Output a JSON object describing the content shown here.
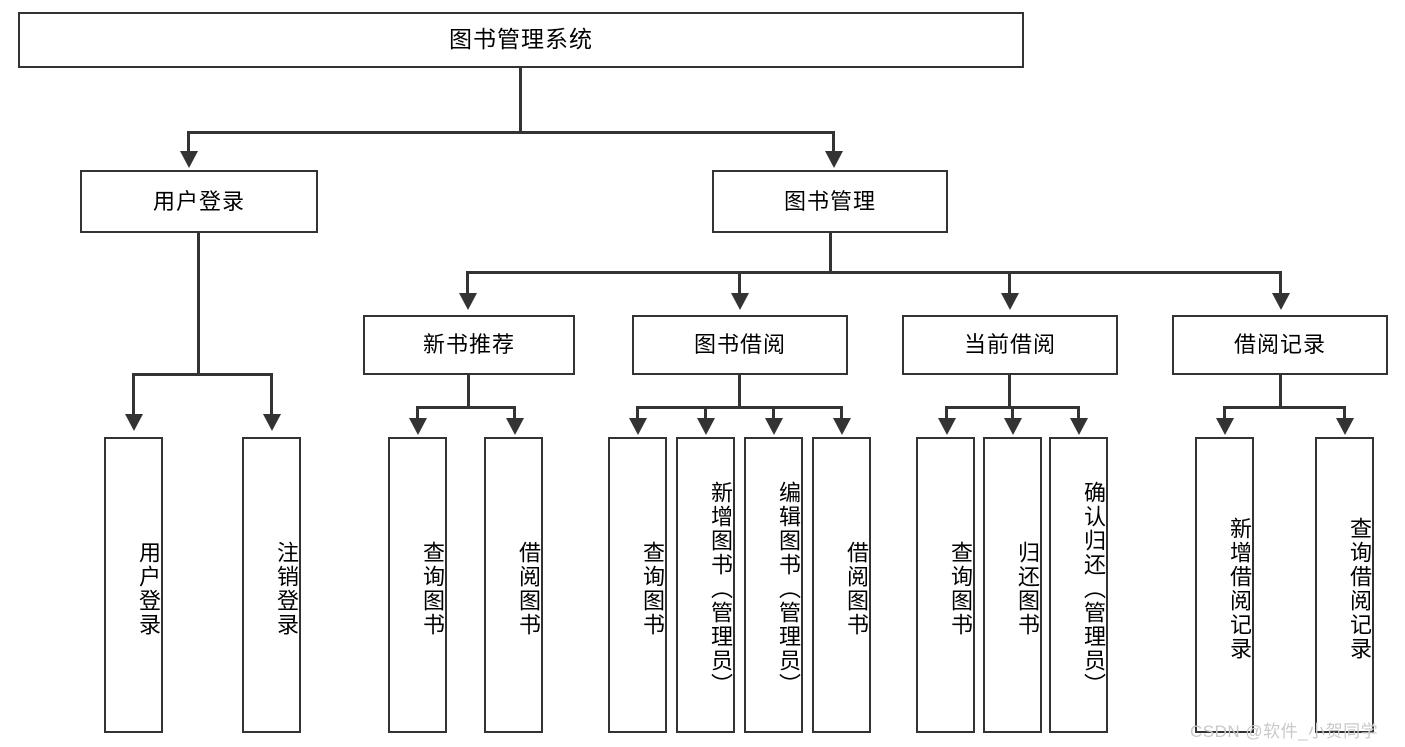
{
  "diagram": {
    "title": "图书管理系统",
    "type": "tree-hierarchy-diagram",
    "colors": {
      "box_border": "#333333",
      "box_fill": "#ffffff",
      "connector": "#333333",
      "background": "#ffffff",
      "watermark": "#c9c9c9"
    },
    "nodes": {
      "root": {
        "label": "图书管理系统"
      },
      "level2": [
        {
          "label": "用户登录"
        },
        {
          "label": "图书管理"
        }
      ],
      "level3": [
        {
          "label": "新书推荐"
        },
        {
          "label": "图书借阅"
        },
        {
          "label": "当前借阅"
        },
        {
          "label": "借阅记录"
        }
      ],
      "leaves": {
        "user_login": [
          {
            "label": "用户登录"
          },
          {
            "label": "注销登录"
          }
        ],
        "new_book_recommend": [
          {
            "label": "查询图书"
          },
          {
            "label": "借阅图书"
          }
        ],
        "book_borrow": [
          {
            "label": "查询图书"
          },
          {
            "label": "新增图书（管理员）"
          },
          {
            "label": "编辑图书（管理员）"
          },
          {
            "label": "借阅图书"
          }
        ],
        "current_borrow": [
          {
            "label": "查询图书"
          },
          {
            "label": "归还图书"
          },
          {
            "label": "确认归还（管理员）"
          }
        ],
        "borrow_record": [
          {
            "label": "新增借阅记录"
          },
          {
            "label": "查询借阅记录"
          }
        ]
      }
    },
    "watermark": "CSDN @软件_小贺同学"
  }
}
